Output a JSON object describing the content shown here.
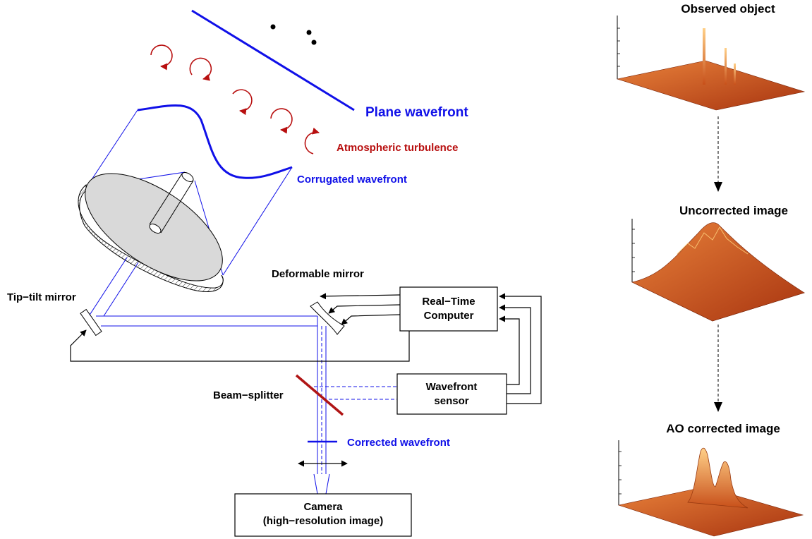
{
  "colors": {
    "wavefront_blue": "#1010e8",
    "turbulence_red": "#b80f0f",
    "splitter_red": "#b01515",
    "mirror_grey": "#d9d9d9",
    "surface_dark": "#a33a0e",
    "surface_light": "#f0a25a",
    "line_black": "#000000"
  },
  "labels": {
    "plane_wavefront": "Plane wavefront",
    "atmospheric_turbulence": "Atmospheric turbulence",
    "corrugated_wavefront": "Corrugated wavefront",
    "deformable_mirror": "Deformable mirror",
    "tip_tilt_mirror": "Tip−tilt mirror",
    "beam_splitter": "Beam−splitter",
    "corrected_wavefront": "Corrected wavefront",
    "computer_line1": "Real−Time",
    "computer_line2": "Computer",
    "sensor_line1": "Wavefront",
    "sensor_line2": "sensor",
    "camera_line1": "Camera",
    "camera_line2": "(high−resolution image)"
  },
  "panels": {
    "observed": "Observed object",
    "uncorrected": "Uncorrected image",
    "ao_corrected": "AO corrected image"
  },
  "icons": {
    "turbulence_eddy": "curved-arrow-icon",
    "stars": "star-dot-icon",
    "flow_arrow": "arrow-down-icon"
  }
}
